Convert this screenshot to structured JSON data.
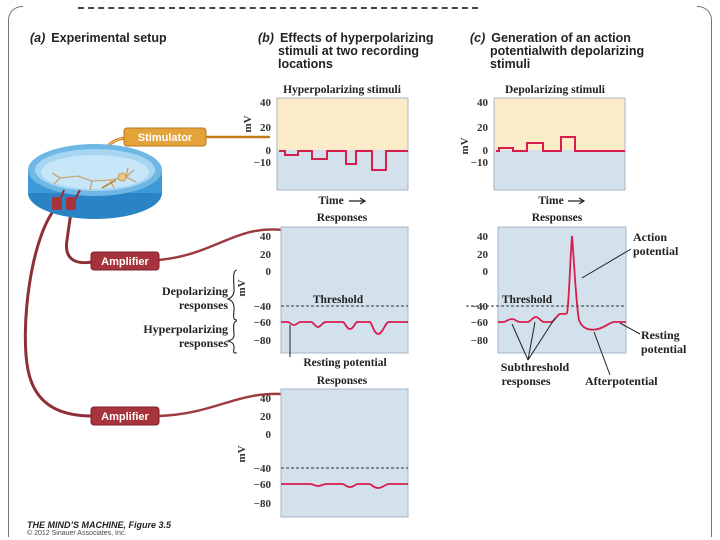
{
  "panels": {
    "a": {
      "letter": "(a)",
      "title": "Experimental setup"
    },
    "b": {
      "letter": "(b)",
      "title_lines": [
        "Effects of hyperpolarizing",
        "stimuli at two recording",
        "locations"
      ]
    },
    "c": {
      "letter": "(c)",
      "title_lines": [
        "Generation of an action",
        "potentialwith depolarizing",
        "stimuli"
      ]
    }
  },
  "devices": {
    "stimulator": "Stimulator",
    "amplifier_1": "Amplifier",
    "amplifier_2": "Amplifier"
  },
  "graphs": {
    "hyper_stim": {
      "title": "Hyperpolarizing stimuli",
      "ticks": [
        "40",
        "20",
        "0",
        "−10"
      ],
      "unit": "mV",
      "xlabel": "Time"
    },
    "depol_stim": {
      "title": "Depolarizing stimuli",
      "ticks": [
        "40",
        "20",
        "0",
        "−10"
      ],
      "unit": "mV",
      "xlabel": "Time"
    },
    "resp_1": {
      "title": "Responses",
      "ticks": [
        "40",
        "20",
        "0",
        "−40",
        "−60",
        "−80"
      ],
      "unit": "mV",
      "threshold": "Threshold",
      "resting": "Resting potential"
    },
    "resp_2": {
      "title": "Responses",
      "ticks": [
        "40",
        "20",
        "0",
        "−40",
        "−60",
        "−80"
      ],
      "threshold": "Threshold"
    },
    "resp_3": {
      "title": "Responses",
      "ticks": [
        "40",
        "20",
        "0",
        "−40",
        "−60",
        "−80"
      ],
      "unit": "mV"
    }
  },
  "annotations": {
    "depolarizing_responses": [
      "Depolarizing",
      "responses"
    ],
    "hyperpolarizing_responses": [
      "Hyperpolarizing",
      "responses"
    ],
    "action_potential": [
      "Action",
      "potential"
    ],
    "resting_potential_c": [
      "Resting",
      "potential"
    ],
    "subthreshold_responses": [
      "Subthreshold",
      "responses"
    ],
    "afterpotential": "Afterpotential"
  },
  "credit": {
    "figure": "THE MIND’S MACHINE, Figure 3.5",
    "copyright": "© 2012 Sinauer Associates, Inc."
  },
  "colors": {
    "stim_fill": "#fcebc8",
    "graph_fill": "#d3e1ec",
    "graph_border": "#a9b5c4",
    "trace": "#d81e4e",
    "stimulator": "#e3a23a",
    "amplifier": "#a7343c",
    "wire_amp": "#9c3a3f",
    "dish": "#3d9ad6"
  }
}
